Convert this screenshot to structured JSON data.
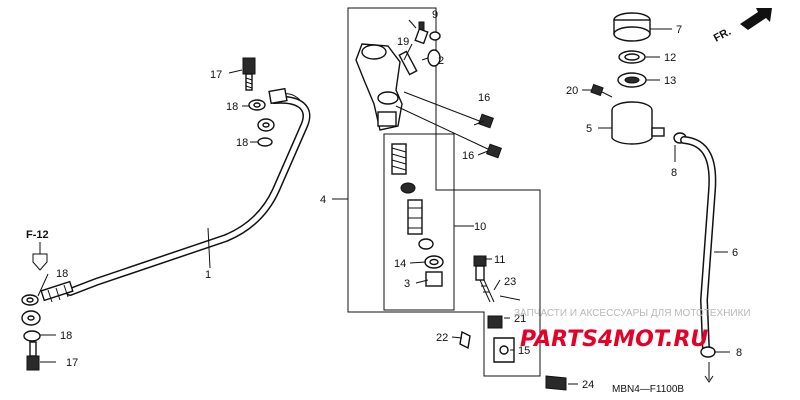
{
  "diagram": {
    "labels": {
      "p1": "1",
      "p2": "2",
      "p3": "3",
      "p4": "4",
      "p5": "5",
      "p6": "6",
      "p7": "7",
      "p8a": "8",
      "p8b": "8",
      "p9": "9",
      "p10": "10",
      "p11": "11",
      "p12": "12",
      "p13": "13",
      "p14": "14",
      "p15": "15",
      "p16a": "16",
      "p16b": "16",
      "p17a": "17",
      "p17b": "17",
      "p18a": "18",
      "p18b": "18",
      "p18c": "18",
      "p18d": "18",
      "p19": "19",
      "p20": "20",
      "p21": "21",
      "p22": "22",
      "p23": "23",
      "p24": "24"
    },
    "ref_f12": "F-12",
    "direction_label": "FR.",
    "diagram_code": "MBN4—F1100B"
  },
  "watermark": {
    "tagline": "ЗАПЧАСТИ И АКСЕССУАРЫ ДЛЯ МОТОТЕХНИКИ",
    "brand": "PARTS4MOT.RU"
  }
}
